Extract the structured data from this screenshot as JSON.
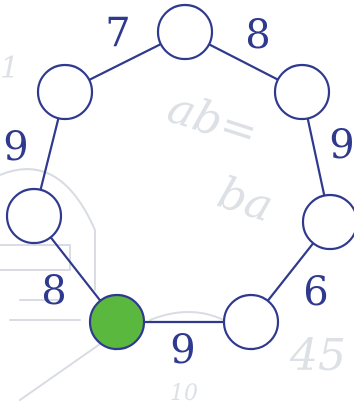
{
  "diagram": {
    "node_fill": "#ffffff",
    "highlight_fill": "#5bb83f",
    "line_color": "#2f3a8f",
    "nodes": [
      {
        "id": "n1",
        "highlighted": false
      },
      {
        "id": "n2",
        "highlighted": false
      },
      {
        "id": "n3",
        "highlighted": false
      },
      {
        "id": "n4",
        "highlighted": false
      },
      {
        "id": "n5",
        "highlighted": true
      },
      {
        "id": "n6",
        "highlighted": false
      },
      {
        "id": "n7",
        "highlighted": false
      }
    ],
    "edges": [
      {
        "from": "n1",
        "to": "n2",
        "label": "8"
      },
      {
        "from": "n2",
        "to": "n3",
        "label": "9"
      },
      {
        "from": "n3",
        "to": "n4",
        "label": "6"
      },
      {
        "from": "n4",
        "to": "n5",
        "label": "9"
      },
      {
        "from": "n5",
        "to": "n6",
        "label": "8"
      },
      {
        "from": "n6",
        "to": "n7",
        "label": "9"
      },
      {
        "from": "n7",
        "to": "n1",
        "label": "7"
      }
    ]
  }
}
